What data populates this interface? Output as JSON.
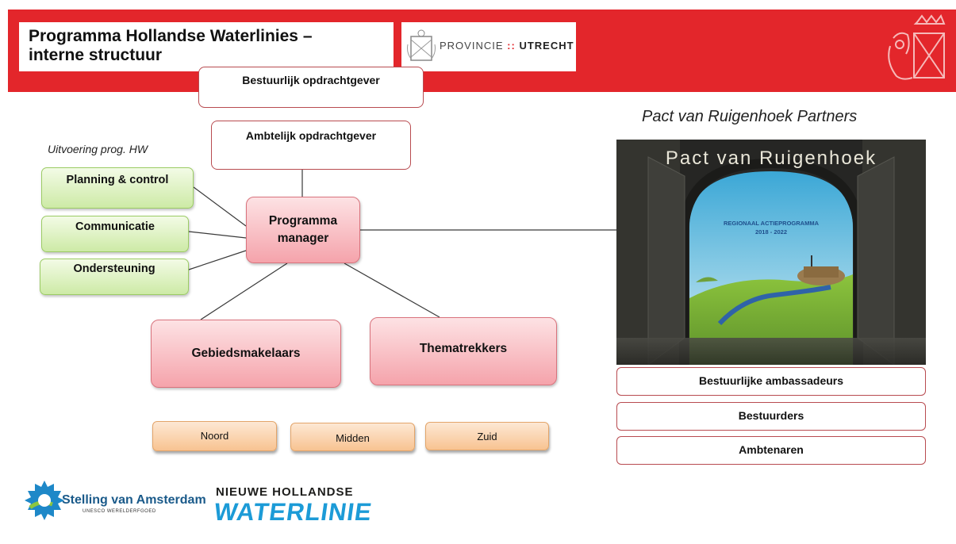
{
  "header": {
    "title_line1": "Programma Hollandse Waterlinies –",
    "title_line2": "interne structuur",
    "province_logo_text": "PROVINCIE",
    "province_logo_text2": "UTRECHT",
    "province_logo_sep": "::",
    "brand_red": "#e3262b"
  },
  "org": {
    "bestuurlijk": "Bestuurlijk opdrachtgever",
    "ambtelijk": "Ambtelijk opdrachtgever",
    "uitvoering_label": "Uitvoering prog. HW",
    "planning": "Planning & control",
    "communicatie": "Communicatie",
    "ondersteuning": "Ondersteuning",
    "pm_line1": "Programma",
    "pm_line2": "manager",
    "gebiedsmakelaars": "Gebiedsmakelaars",
    "thematrekkers": "Thematrekkers",
    "regions": [
      "Noord",
      "Midden",
      "Zuid"
    ]
  },
  "pact": {
    "heading": "Pact van Ruigenhoek Partners",
    "cover_title": "Pact van Ruigenhoek",
    "cover_sub1": "REGIONAAL ACTIEPROGRAMMA",
    "cover_sub2": "2018 - 2022",
    "partners": [
      "Bestuurlijke ambassadeurs",
      "Bestuurders",
      "Ambtenaren"
    ]
  },
  "footer": {
    "logo1_text": "Stelling van Amsterdam",
    "logo1_sub": "UNESCO WERELDERFGOED",
    "logo2_line1": "NIEUWE HOLLANDSE",
    "logo2_line2": "WATERLINIE"
  }
}
